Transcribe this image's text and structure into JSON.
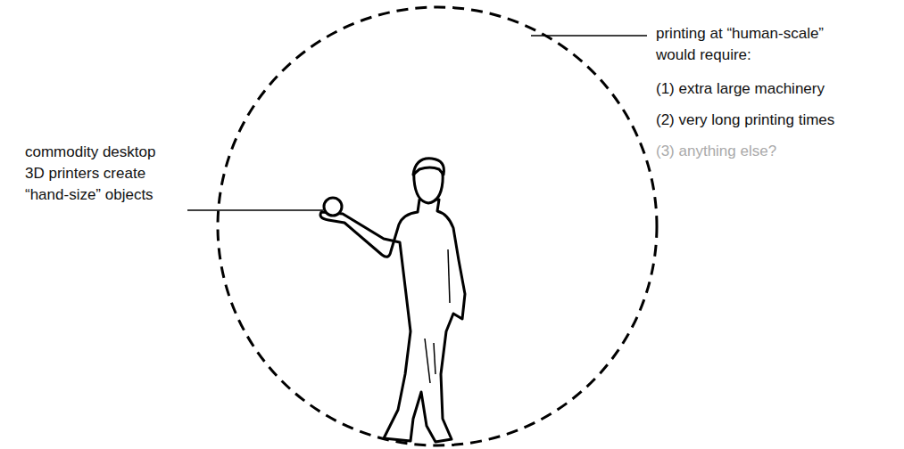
{
  "diagram": {
    "labels": [
      "commodity desktop 3D printers create “hand-size” objects",
      "printing at “human-scale” would require:",
      "(1) extra large machinery",
      "(2) very long printing times",
      "(3) anything else?"
    ]
  }
}
